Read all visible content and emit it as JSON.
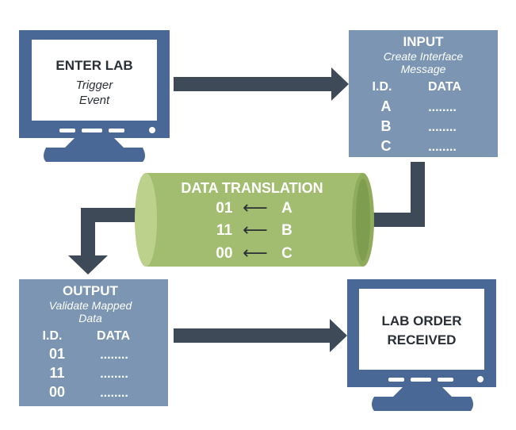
{
  "colors": {
    "monitor_frame": "#4a6896",
    "panel": "#7b95b3",
    "arrow": "#3e4a58",
    "cylinder_body": "#a2bd70",
    "cylinder_dark": "#7f9d4e",
    "cylinder_light": "#bcd28c",
    "text_dark": "#2a2f36",
    "text_light": "#ffffff"
  },
  "enter_lab": {
    "title": "ENTER LAB",
    "subtitle_line1": "Trigger",
    "subtitle_line2": "Event"
  },
  "input_panel": {
    "title": "INPUT",
    "subtitle_line1": "Create Interface",
    "subtitle_line2": "Message",
    "col_id": "I.D.",
    "col_data": "DATA",
    "rows": [
      {
        "id": "A",
        "data": "........"
      },
      {
        "id": "B",
        "data": "........"
      },
      {
        "id": "C",
        "data": "........"
      }
    ]
  },
  "translation": {
    "title": "DATA TRANSLATION",
    "rows": [
      {
        "code": "01",
        "arrow": "⟵",
        "letter": "A"
      },
      {
        "code": "11",
        "arrow": "⟵",
        "letter": "B"
      },
      {
        "code": "00",
        "arrow": "⟵",
        "letter": "C"
      }
    ]
  },
  "output_panel": {
    "title": "OUTPUT",
    "subtitle_line1": "Validate Mapped",
    "subtitle_line2": "Data",
    "col_id": "I.D.",
    "col_data": "DATA",
    "rows": [
      {
        "id": "01",
        "data": "........"
      },
      {
        "id": "11",
        "data": "........"
      },
      {
        "id": "00",
        "data": "........"
      }
    ]
  },
  "lab_order": {
    "line1": "LAB ORDER",
    "line2": "RECEIVED"
  }
}
